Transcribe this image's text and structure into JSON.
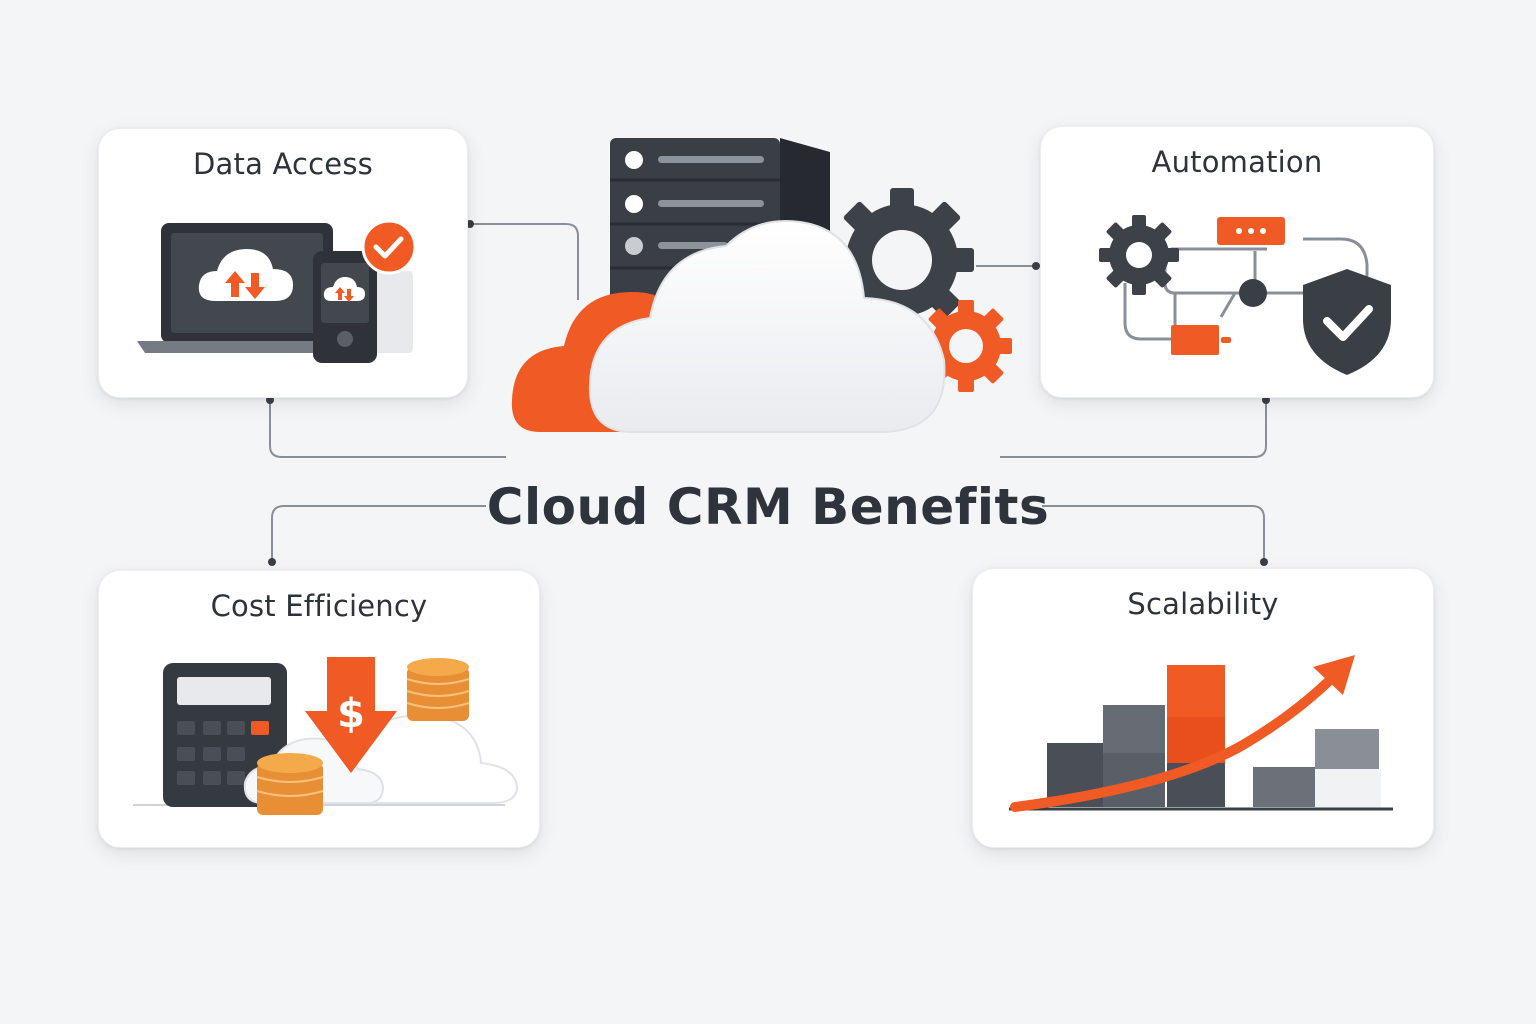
{
  "title": "Cloud CRM Benefits",
  "colors": {
    "accent": "#f05a24",
    "dark": "#3a3e45",
    "background": "#f4f5f7",
    "card": "#ffffff",
    "connector": "#8a8f97"
  },
  "cards": [
    {
      "title": "Data Access",
      "icons": [
        "laptop-icon",
        "cloud-sync-icon",
        "smartphone-icon",
        "check-badge-icon"
      ]
    },
    {
      "title": "Automation",
      "icons": [
        "gear-icon",
        "workflow-node-icon",
        "shield-check-icon"
      ]
    },
    {
      "title": "Cost Efficiency",
      "icons": [
        "calculator-icon",
        "dollar-down-arrow-icon",
        "coin-stack-icon",
        "cloud-icon"
      ]
    },
    {
      "title": "Scalability",
      "icons": [
        "bar-blocks-icon",
        "growth-arrow-icon"
      ]
    }
  ],
  "hero": {
    "icons": [
      "server-rack-icon",
      "cloud-icon",
      "gear-icon"
    ]
  }
}
